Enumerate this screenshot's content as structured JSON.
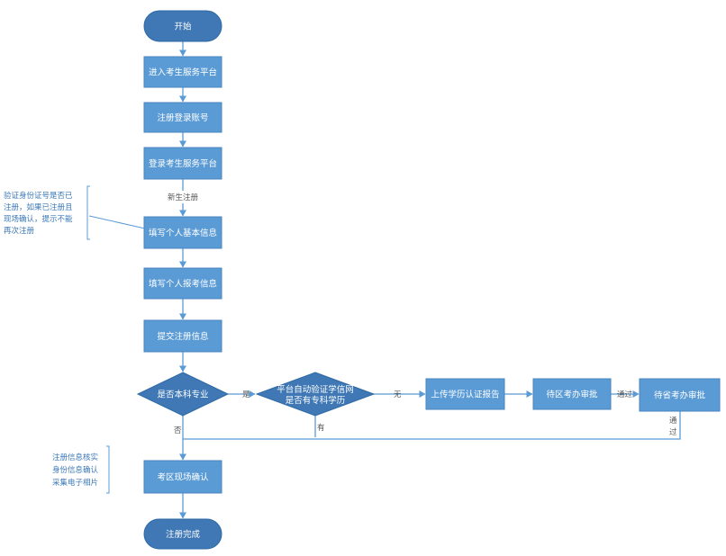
{
  "nodes": {
    "start": "开始",
    "enter_platform": "进入考生服务平台",
    "register_account": "注册登录账号",
    "login_platform": "登录考生服务平台",
    "fill_basic": "填写个人基本信息",
    "fill_exam": "填写个人报考信息",
    "submit": "提交注册信息",
    "is_undergrad": "是否本科专业",
    "auto_verify_line1": "平台自动验证学信网",
    "auto_verify_line2": "是否有专科学历",
    "upload_report": "上传学历认证报告",
    "district_review": "待区考办审批",
    "province_review": "待省考办审批",
    "onsite_confirm": "考区现场确认",
    "done": "注册完成"
  },
  "edge_labels": {
    "new_register": "新生注册",
    "yes": "是",
    "no": "否",
    "none": "无",
    "has": "有",
    "pass_horizontal": "通过",
    "pass_vertical_1": "通",
    "pass_vertical_2": "过"
  },
  "notes": {
    "verify_id": [
      "验证身份证号是否已",
      "注册，如果已注册且",
      "现场确认，提示不能",
      "再次注册"
    ],
    "onsite": [
      "注册信息核实",
      "身份信息确认",
      "采集电子相片"
    ]
  },
  "colors": {
    "box_fill": "#5b9bd5",
    "box_stroke": "#4a86c0",
    "terminal_fill": "#3f78b5",
    "arrow": "#5b9bd5"
  }
}
